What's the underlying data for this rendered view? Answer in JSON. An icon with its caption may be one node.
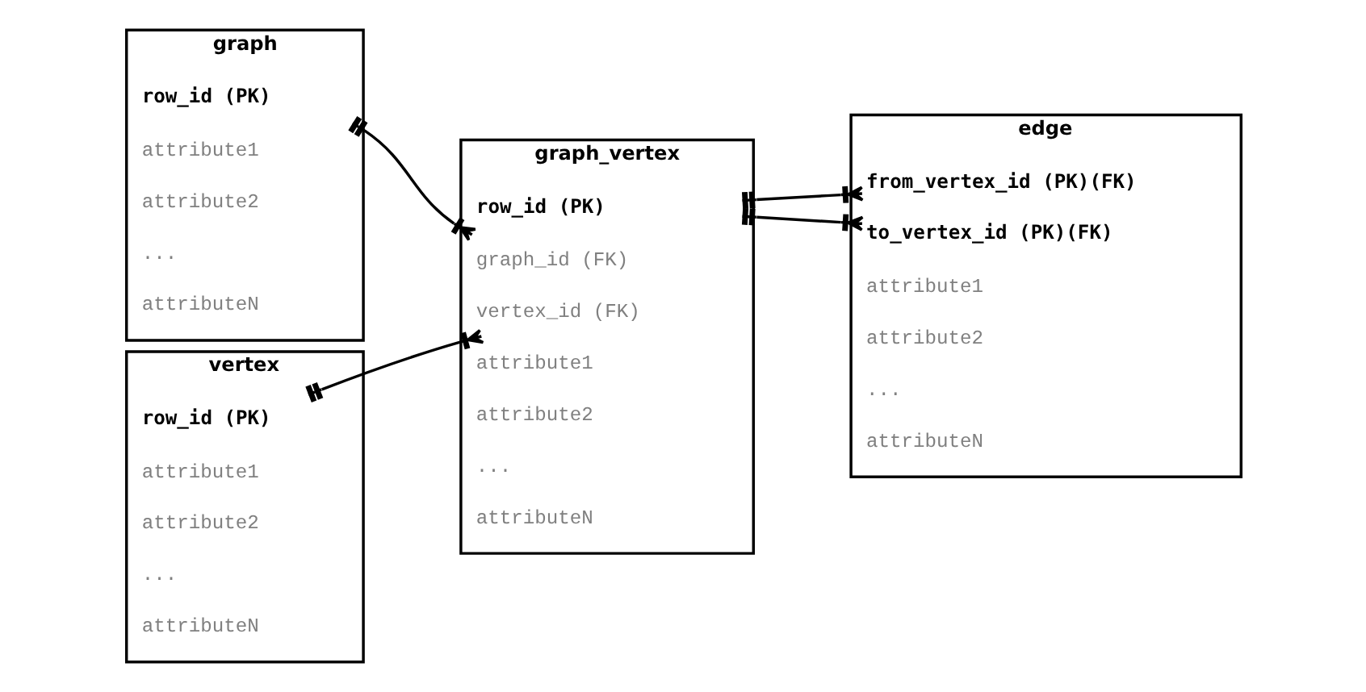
{
  "diagram": {
    "nodes": [
      {
        "text": [
          "graph"
        ]
      },
      {
        "text": [
          "row_id (PK)"
        ],
        "in": 0
      },
      {
        "text": [
          "attribute1"
        ],
        "in": 0
      },
      {
        "text": [
          "attribute2"
        ],
        "in": 0
      },
      {
        "text": [
          "..."
        ],
        "in": 0
      },
      {
        "text": [
          "attributeN"
        ],
        "in": 0
      },
      {
        "text": [
          "vertex"
        ]
      },
      {
        "text": [
          "row_id (PK)"
        ],
        "in": 6
      },
      {
        "text": [
          "attribute1"
        ],
        "in": 6
      },
      {
        "text": [
          "attribute2"
        ],
        "in": 6
      },
      {
        "text": [
          "..."
        ],
        "in": 6
      },
      {
        "text": [
          "attributeN"
        ],
        "in": 6
      },
      {
        "text": [
          "graph_vertex"
        ]
      },
      {
        "text": [
          "row_id (PK)"
        ],
        "in": 12
      },
      {
        "text": [
          "graph_id (FK)"
        ],
        "in": 12
      },
      {
        "text": [
          "vertex_id (FK)"
        ],
        "in": 12
      },
      {
        "text": [
          "attribute1"
        ],
        "in": 12
      },
      {
        "text": [
          "attribute2"
        ],
        "in": 12
      },
      {
        "text": [
          "..."
        ],
        "in": 12
      },
      {
        "text": [
          "attributeN"
        ],
        "in": 12
      },
      {
        "text": [
          "edge"
        ]
      },
      {
        "text": [
          "from_vertex_id (PK)(FK)"
        ],
        "in": 20
      },
      {
        "text": [
          "to_vertex_id (PK)(FK)"
        ],
        "in": 20
      },
      {
        "text": [
          "attribute1"
        ],
        "in": 20
      },
      {
        "text": [
          "attribute2"
        ],
        "in": 20
      },
      {
        "text": [
          "..."
        ],
        "in": 20
      },
      {
        "text": [
          "attributeN"
        ],
        "in": 20
      }
    ],
    "edges": [
      {
        "from": 1,
        "to": 14,
        "arrow": "other"
      },
      {
        "from": 7,
        "to": 15,
        "arrow": "other"
      },
      {
        "from": 13,
        "to": 21,
        "arrow": "other"
      },
      {
        "from": 13,
        "to": 22,
        "arrow": "other"
      }
    ]
  }
}
